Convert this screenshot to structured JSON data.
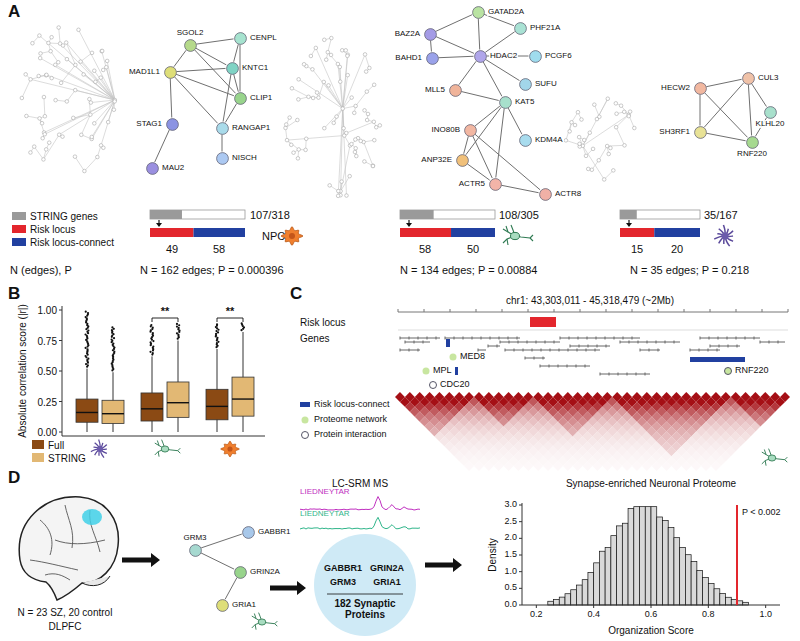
{
  "diagram": {
    "nodes": [
      {
        "text": [
          "SGOL2"
        ]
      },
      {
        "text": [
          "CENPL"
        ]
      },
      {
        "text": [
          "MAD1L1"
        ]
      },
      {
        "text": [
          "KNTC1"
        ]
      },
      {
        "text": [
          "CLIP1"
        ]
      },
      {
        "text": [
          "RANGAP1"
        ]
      },
      {
        "text": [
          "STAG1"
        ]
      },
      {
        "text": [
          "NISCH"
        ]
      },
      {
        "text": [
          "MAU2"
        ]
      },
      {
        "text": [
          "GATAD2A"
        ]
      },
      {
        "text": [
          "PHF21A"
        ]
      },
      {
        "text": [
          "BAZ2A"
        ]
      },
      {
        "text": [
          "BAHD1"
        ]
      },
      {
        "text": [
          "HDAC2"
        ]
      },
      {
        "text": [
          "PCGF6"
        ]
      },
      {
        "text": [
          "SUFU"
        ]
      },
      {
        "text": [
          "MLL5"
        ]
      },
      {
        "text": [
          "KAT5"
        ]
      },
      {
        "text": [
          "INO80B"
        ]
      },
      {
        "text": [
          "KDM4A"
        ]
      },
      {
        "text": [
          "ANP32E"
        ]
      },
      {
        "text": [
          "ACTR5"
        ]
      },
      {
        "text": [
          "ACTR8"
        ]
      },
      {
        "text": [
          "HECW2"
        ]
      },
      {
        "text": [
          "CUL3"
        ]
      },
      {
        "text": [
          "KLHL20"
        ]
      },
      {
        "text": [
          "SH3RF1"
        ]
      },
      {
        "text": [
          "RNF220"
        ]
      },
      {
        "text": [
          "GRM3"
        ]
      },
      {
        "text": [
          "GABBR1"
        ]
      },
      {
        "text": [
          "GRIN2A"
        ]
      },
      {
        "text": [
          "GRIA1"
        ]
      },
      {
        "text": [
          "GABBR1",
          "GRIN2A",
          "GRM3",
          "GRIA1",
          "182 Synaptic Proteins"
        ]
      }
    ],
    "edges": [
      {
        "from": 0,
        "to": 1,
        "arrow": "none"
      },
      {
        "from": 0,
        "to": 2,
        "arrow": "none"
      },
      {
        "from": 0,
        "to": 3,
        "arrow": "none"
      },
      {
        "from": 0,
        "to": 4,
        "arrow": "none"
      },
      {
        "from": 1,
        "to": 3,
        "arrow": "none"
      },
      {
        "from": 1,
        "to": 4,
        "arrow": "none"
      },
      {
        "from": 2,
        "to": 3,
        "arrow": "none"
      },
      {
        "from": 2,
        "to": 4,
        "arrow": "none"
      },
      {
        "from": 3,
        "to": 4,
        "arrow": "none"
      },
      {
        "from": 3,
        "to": 5,
        "arrow": "none"
      },
      {
        "from": 4,
        "to": 5,
        "arrow": "none"
      },
      {
        "from": 2,
        "to": 6,
        "arrow": "none"
      },
      {
        "from": 6,
        "to": 8,
        "arrow": "none"
      },
      {
        "from": 5,
        "to": 7,
        "arrow": "none"
      },
      {
        "from": 2,
        "to": 5,
        "arrow": "none"
      },
      {
        "from": 9,
        "to": 10,
        "arrow": "none"
      },
      {
        "from": 9,
        "to": 13,
        "arrow": "none"
      },
      {
        "from": 10,
        "to": 13,
        "arrow": "none"
      },
      {
        "from": 11,
        "to": 12,
        "arrow": "none"
      },
      {
        "from": 11,
        "to": 13,
        "arrow": "none"
      },
      {
        "from": 12,
        "to": 13,
        "arrow": "none"
      },
      {
        "from": 11,
        "to": 9,
        "arrow": "none"
      },
      {
        "from": 13,
        "to": 14,
        "arrow": "none"
      },
      {
        "from": 13,
        "to": 15,
        "arrow": "none"
      },
      {
        "from": 13,
        "to": 16,
        "arrow": "none"
      },
      {
        "from": 13,
        "to": 17,
        "arrow": "none"
      },
      {
        "from": 16,
        "to": 17,
        "arrow": "none"
      },
      {
        "from": 17,
        "to": 19,
        "arrow": "none"
      },
      {
        "from": 17,
        "to": 18,
        "arrow": "none"
      },
      {
        "from": 17,
        "to": 20,
        "arrow": "none"
      },
      {
        "from": 17,
        "to": 21,
        "arrow": "none"
      },
      {
        "from": 18,
        "to": 21,
        "arrow": "none"
      },
      {
        "from": 18,
        "to": 20,
        "arrow": "none"
      },
      {
        "from": 20,
        "to": 21,
        "arrow": "none"
      },
      {
        "from": 21,
        "to": 22,
        "arrow": "none"
      },
      {
        "from": 18,
        "to": 22,
        "arrow": "none"
      },
      {
        "from": 23,
        "to": 24,
        "arrow": "none"
      },
      {
        "from": 23,
        "to": 26,
        "arrow": "none"
      },
      {
        "from": 23,
        "to": 27,
        "arrow": "none"
      },
      {
        "from": 24,
        "to": 25,
        "arrow": "none"
      },
      {
        "from": 24,
        "to": 26,
        "arrow": "none"
      },
      {
        "from": 24,
        "to": 27,
        "arrow": "none"
      },
      {
        "from": 26,
        "to": 27,
        "arrow": "none"
      },
      {
        "from": 25,
        "to": 27,
        "arrow": "none"
      },
      {
        "from": 28,
        "to": 29,
        "arrow": "none"
      },
      {
        "from": 28,
        "to": 30,
        "arrow": "none"
      },
      {
        "from": 30,
        "to": 31,
        "arrow": "none"
      }
    ],
    "labels": [
      "A",
      "107/318",
      "49",
      "58",
      "NPC",
      "N (edges), P",
      "N = 162 edges; P = 0.000396",
      "108/305",
      "58",
      "50",
      "N = 134 edges; P = 0.00884",
      "35/167",
      "15",
      "20",
      "N = 35 edges; P = 0.218",
      "B",
      "1.00",
      "0.75",
      "0.50",
      "0.25",
      "0.00",
      "Absolute correlation score (|r|)",
      "**",
      "**",
      "C",
      "chr1: 43,303,011 - 45,318,479 (~2Mb)",
      "Risk locus",
      "Genes",
      "MED8",
      "MPL",
      "CDC20",
      "RNF220",
      "D",
      "N = 23 SZ, 20 control",
      "DLPFC",
      "LC-SRM MS",
      "LIEDNEYTAR",
      "LIEDNEYTAR",
      "Synapse-enriched Neuronal Proteome",
      "3.0",
      "2.5",
      "2.0",
      "1.5",
      "1.0",
      "0.5",
      "0.0",
      "Density",
      "0.2",
      "0.4",
      "0.6",
      "0.8",
      "1.0",
      "Organization Score",
      "P < 0.002"
    ],
    "legend": [
      {
        "text": "STRING genes",
        "color": "#9a9a9a"
      },
      {
        "text": "Risk locus",
        "color": "#e3262d"
      },
      {
        "text": "Risk locus-connect",
        "color": "#2140a0"
      },
      {
        "text": "Full",
        "color": "#8b4a14"
      },
      {
        "text": "STRING",
        "color": "#e2b874"
      },
      {
        "text": "Risk locus-connect",
        "color": "#2140a0"
      },
      {
        "text": "Proteome network",
        "color": "#c8e6a0"
      },
      {
        "text": "Protein interaction"
      }
    ]
  }
}
